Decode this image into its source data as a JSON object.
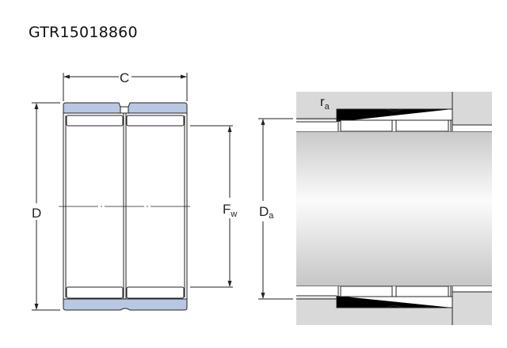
{
  "title": "GTR15018860",
  "labels": {
    "width": "C",
    "outer_diameter": "D",
    "fw_main": "F",
    "fw_sub": "w",
    "da_main": "D",
    "da_sub": "a",
    "ra_main": "r",
    "ra_sub": "a"
  },
  "colors": {
    "outer_ring": "#b8c8e4",
    "housing": "#d9d9d9",
    "line": "#222222"
  }
}
